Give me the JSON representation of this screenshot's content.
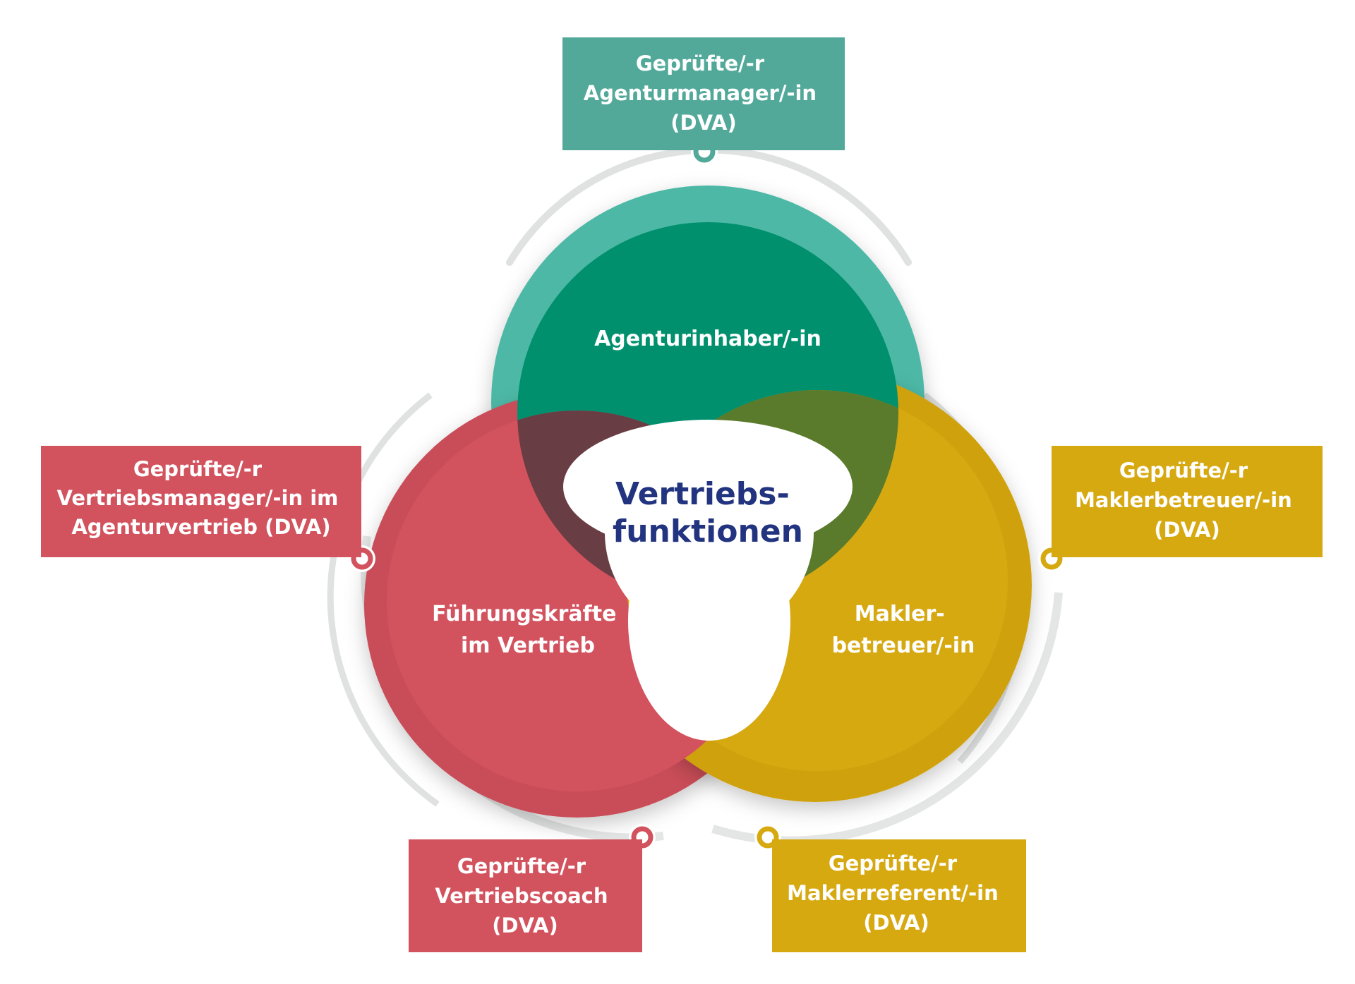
{
  "colors": {
    "green": "#00906e",
    "green_ring": "#4db8a6",
    "green_box": "#52a99a",
    "red": "#d2525e",
    "red_ring": "#c94d58",
    "yellow": "#d6a911",
    "yellow_ring": "#cfa210",
    "overlap_red_green": "#693d44",
    "overlap_green_yellow": "#5a7a2c",
    "center_text": "#22347f",
    "outer_ring": "#dfe2e1"
  },
  "center": {
    "line1": "Vertriebs-",
    "line2": "funktionen"
  },
  "circles": {
    "top": {
      "line1": "Agenturinhaber/-in"
    },
    "left": {
      "line1": "Führungskräfte",
      "line2": "im Vertrieb"
    },
    "right": {
      "line1": "Makler-",
      "line2": "betreuer/-in"
    }
  },
  "boxes": {
    "top": {
      "line1": "Geprüfte/-r",
      "line2": "Agenturmanager/-in",
      "line3": "(DVA)"
    },
    "left": {
      "line1": "Geprüfte/-r",
      "line2": "Vertriebsmanager/-in im",
      "line3": "Agenturvertrieb (DVA)"
    },
    "right": {
      "line1": "Geprüfte/-r",
      "line2": "Maklerbetreuer/-in",
      "line3": "(DVA)"
    },
    "bottom_left": {
      "line1": "Geprüfte/-r",
      "line2": "Vertriebscoach",
      "line3": "(DVA)"
    },
    "bottom_right": {
      "line1": "Geprüfte/-r",
      "line2": "Maklerreferent/-in",
      "line3": "(DVA)"
    }
  }
}
